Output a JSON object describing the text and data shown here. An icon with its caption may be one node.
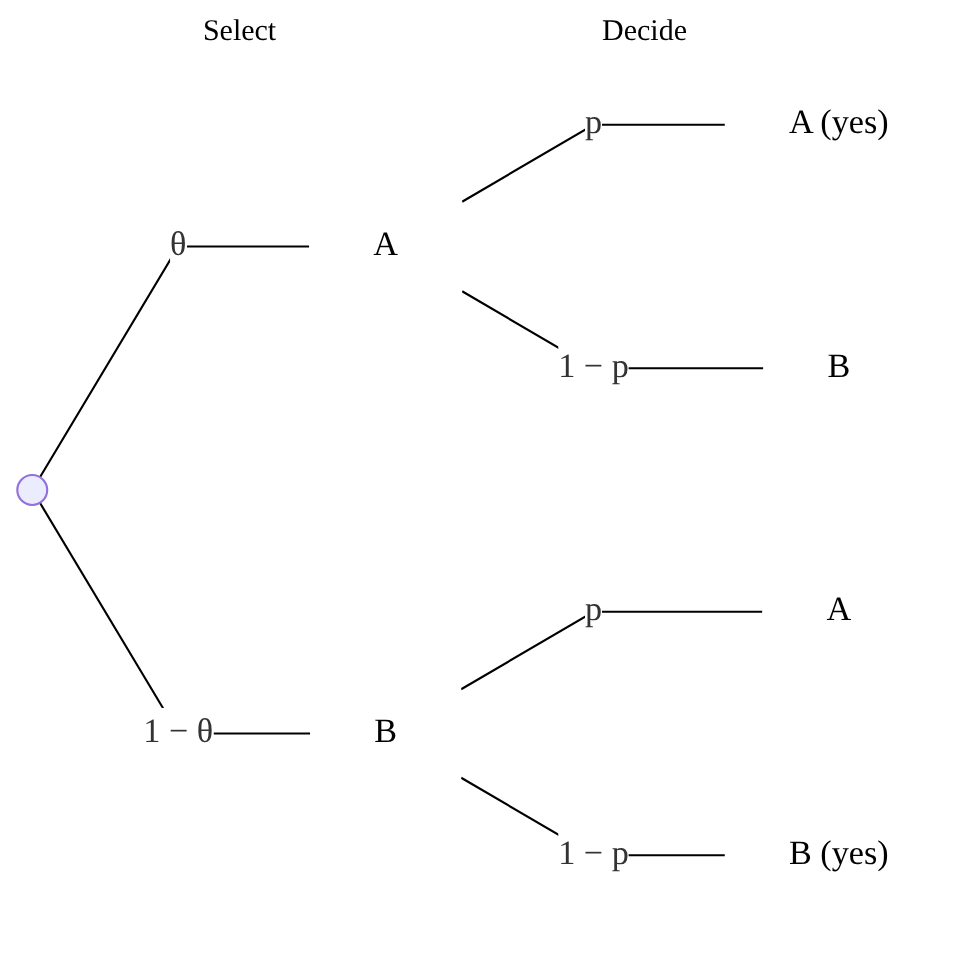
{
  "diagram": {
    "nodes": [
      {
        "text": [],
        "shape": "point"
      },
      {
        "text": [
          "A"
        ]
      },
      {
        "text": [
          "B"
        ]
      },
      {
        "text": [
          "A (yes)"
        ]
      },
      {
        "text": [
          "B"
        ]
      },
      {
        "text": [
          "A"
        ]
      },
      {
        "text": [
          "B (yes)"
        ]
      }
    ],
    "edges": [
      {
        "from": 0,
        "to": 1,
        "arrow": "none",
        "label": "θ"
      },
      {
        "from": 0,
        "to": 2,
        "arrow": "none",
        "label": "1 − θ"
      },
      {
        "from": 1,
        "to": 3,
        "arrow": "none",
        "label": "p"
      },
      {
        "from": 1,
        "to": 4,
        "arrow": "none",
        "label": "1 − p"
      },
      {
        "from": 2,
        "to": 5,
        "arrow": "none",
        "label": "p"
      },
      {
        "from": 2,
        "to": 6,
        "arrow": "none",
        "label": "1 − p"
      }
    ],
    "labels": [
      "Select",
      "Decide"
    ]
  }
}
